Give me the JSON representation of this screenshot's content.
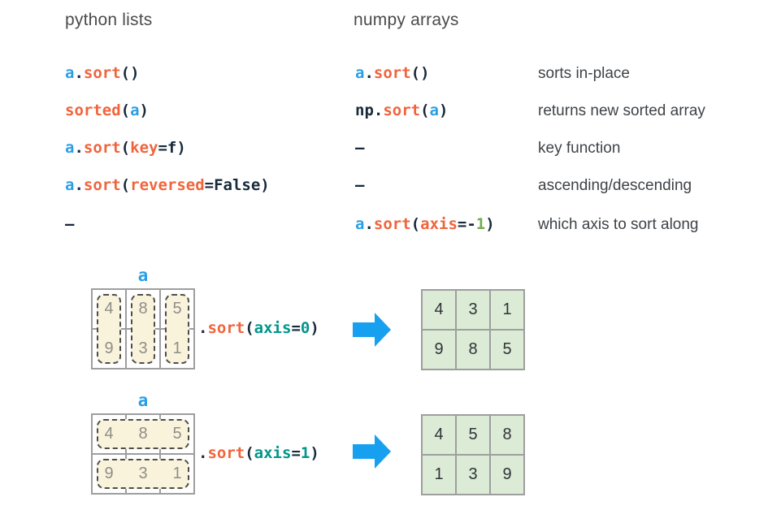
{
  "colors": {
    "code_blue": "#2b9fe6",
    "code_orange": "#f0643c",
    "code_dark": "#17293b",
    "code_teal": "#00968b",
    "code_green": "#72ac4e",
    "heading_text": "#4b4b4b",
    "desc_text": "#3e4347",
    "grid_border": "#9e9e9e",
    "gray_number": "#8e8e88",
    "capsule_fill": "#faf3dc",
    "capsule_border": "#4d4d4d",
    "result_fill": "#dcebd6",
    "result_number": "#2f3338",
    "arrow_blue": "#18a0f0"
  },
  "table": {
    "headers": {
      "left": "python lists",
      "right": "numpy arrays"
    },
    "rows": [
      {
        "left": [
          {
            "t": "a",
            "c": "blue"
          },
          {
            "t": ".",
            "c": "dark"
          },
          {
            "t": "sort",
            "c": "orange"
          },
          {
            "t": "()",
            "c": "dark"
          }
        ],
        "right": [
          {
            "t": "a",
            "c": "blue"
          },
          {
            "t": ".",
            "c": "dark"
          },
          {
            "t": "sort",
            "c": "orange"
          },
          {
            "t": "()",
            "c": "dark"
          }
        ],
        "desc": "sorts in-place"
      },
      {
        "left": [
          {
            "t": "sorted",
            "c": "orange"
          },
          {
            "t": "(",
            "c": "dark"
          },
          {
            "t": "a",
            "c": "blue"
          },
          {
            "t": ")",
            "c": "dark"
          }
        ],
        "right": [
          {
            "t": "np.",
            "c": "dark"
          },
          {
            "t": "sort",
            "c": "orange"
          },
          {
            "t": "(",
            "c": "dark"
          },
          {
            "t": "a",
            "c": "blue"
          },
          {
            "t": ")",
            "c": "dark"
          }
        ],
        "desc": "returns new sorted array"
      },
      {
        "left": [
          {
            "t": "a",
            "c": "blue"
          },
          {
            "t": ".",
            "c": "dark"
          },
          {
            "t": "sort",
            "c": "orange"
          },
          {
            "t": "(",
            "c": "dark"
          },
          {
            "t": "key",
            "c": "orange"
          },
          {
            "t": "=f)",
            "c": "dark"
          }
        ],
        "right": [
          {
            "t": "–",
            "c": "dark"
          }
        ],
        "desc": "key function"
      },
      {
        "left": [
          {
            "t": "a",
            "c": "blue"
          },
          {
            "t": ".",
            "c": "dark"
          },
          {
            "t": "sort",
            "c": "orange"
          },
          {
            "t": "(",
            "c": "dark"
          },
          {
            "t": "reversed",
            "c": "orange"
          },
          {
            "t": "=False)",
            "c": "dark"
          }
        ],
        "right": [
          {
            "t": "–",
            "c": "dark"
          }
        ],
        "desc": "ascending/descending"
      },
      {
        "left": [
          {
            "t": "–",
            "c": "dark"
          }
        ],
        "right": [
          {
            "t": "a",
            "c": "blue"
          },
          {
            "t": ".",
            "c": "dark"
          },
          {
            "t": "sort",
            "c": "orange"
          },
          {
            "t": "(",
            "c": "dark"
          },
          {
            "t": "axis",
            "c": "orange"
          },
          {
            "t": "=-",
            "c": "dark"
          },
          {
            "t": "1",
            "c": "green"
          },
          {
            "t": ")",
            "c": "dark"
          }
        ],
        "desc": "which axis to sort along"
      }
    ]
  },
  "diagrams": [
    {
      "label": "a",
      "matrix": [
        [
          4,
          8,
          5
        ],
        [
          9,
          3,
          1
        ]
      ],
      "highlight": "columns",
      "code": [
        {
          "t": ".",
          "c": "dark"
        },
        {
          "t": "sort",
          "c": "orange"
        },
        {
          "t": "(",
          "c": "dark"
        },
        {
          "t": "axis",
          "c": "teal"
        },
        {
          "t": "=",
          "c": "dark"
        },
        {
          "t": "0",
          "c": "teal"
        },
        {
          "t": ")",
          "c": "dark"
        }
      ],
      "result": [
        [
          4,
          3,
          1
        ],
        [
          9,
          8,
          5
        ]
      ]
    },
    {
      "label": "a",
      "matrix": [
        [
          4,
          8,
          5
        ],
        [
          9,
          3,
          1
        ]
      ],
      "highlight": "rows",
      "code": [
        {
          "t": ".",
          "c": "dark"
        },
        {
          "t": "sort",
          "c": "orange"
        },
        {
          "t": "(",
          "c": "dark"
        },
        {
          "t": "axis",
          "c": "teal"
        },
        {
          "t": "=",
          "c": "dark"
        },
        {
          "t": "1",
          "c": "teal"
        },
        {
          "t": ")",
          "c": "dark"
        }
      ],
      "result": [
        [
          4,
          5,
          8
        ],
        [
          1,
          3,
          9
        ]
      ]
    }
  ]
}
